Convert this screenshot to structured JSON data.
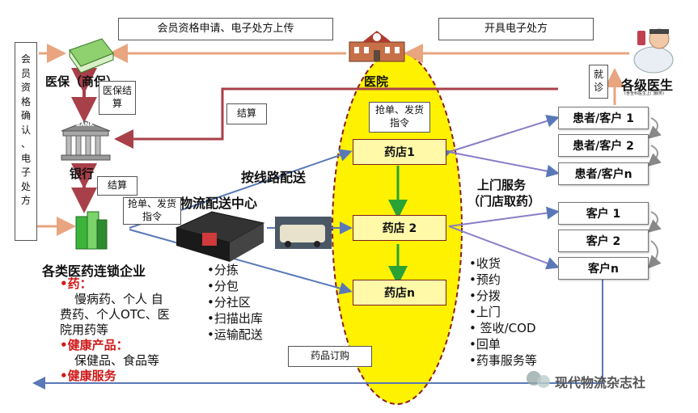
{
  "top_labels": {
    "membership_upload": "会员资格申请、电子处方上传",
    "issue_prescription": "开具电子处方"
  },
  "left_box": [
    "会",
    "员",
    "资",
    "格",
    "确",
    "认",
    "、",
    "电",
    "子",
    "处",
    "方"
  ],
  "nodes": {
    "medical_insurance": "医保（商保）",
    "hospital": "医院",
    "doctors": "各级医生",
    "doctors_note": "(含全科医生上门服务)",
    "bank": "银行",
    "bank_icon_text": "BANK",
    "logistics_center": "物流配送中心",
    "chain_enterprises": "各类医药连锁企业"
  },
  "small_boxes": {
    "insurance_settlement": "医保结算",
    "settlement_1": "结算",
    "settlement_2": "结算",
    "grab_order_1": "抢单、发货指令",
    "grab_order_2": "抢单、发货指令",
    "visit": "就诊",
    "drug_order": "药品订购"
  },
  "route_labels": {
    "by_route": "按线路配送",
    "door_service_1": "上门服务",
    "door_service_2": "（门店取药）"
  },
  "stores": [
    "药店1",
    "药店 2",
    "药店n"
  ],
  "patients": [
    "患者/客户 1",
    "患者/客户 2",
    "患者/客户n"
  ],
  "clients": [
    "客户 1",
    "客户 2",
    "客户n"
  ],
  "logistics_ops": [
    "•分拣",
    "•分包",
    "•分社区",
    "•扫描出库",
    "•运输配送"
  ],
  "store_ops": [
    "•收货",
    "•预约",
    "•分拨",
    "•上门",
    " • 签收/COD",
    "•回单",
    "•药事服务等"
  ],
  "products": {
    "drug_title": "•药：",
    "drug_lines": [
      "慢病药、个人 自",
      "费药、个人OTC、医",
      "院用药等"
    ],
    "health_title": "•健康产品：",
    "health_lines": [
      "保健品、食品等"
    ],
    "service_title": "•健康服务"
  },
  "watermark": "现代物流杂志社",
  "colors": {
    "arrow_orange": "#e8a57f",
    "arrow_blue": "#5a78b8",
    "arrow_green": "#2aa235",
    "arrow_maroon": "#a8404a",
    "ellipse_fill": "#fff200",
    "ellipse_stroke": "#8b1c1c"
  }
}
